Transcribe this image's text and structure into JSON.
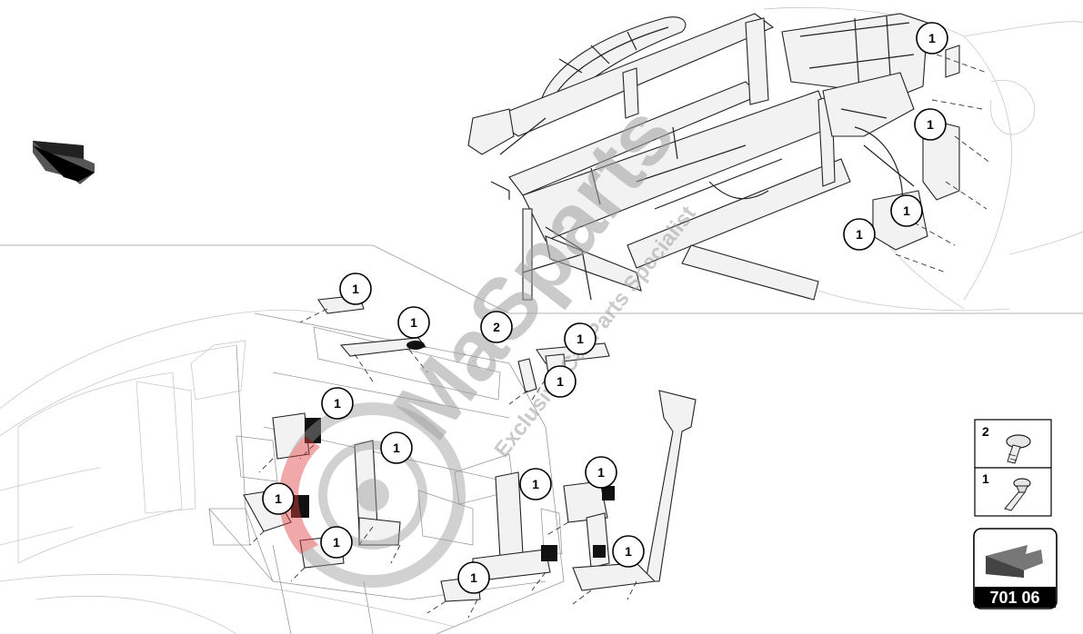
{
  "callouts": [
    {
      "id": "c1",
      "label": "1"
    },
    {
      "id": "c2",
      "label": "1"
    },
    {
      "id": "c3",
      "label": "1"
    },
    {
      "id": "c4",
      "label": "1"
    },
    {
      "id": "c5",
      "label": "1"
    },
    {
      "id": "c6",
      "label": "1"
    },
    {
      "id": "c7",
      "label": "1"
    },
    {
      "id": "c8",
      "label": "2"
    },
    {
      "id": "c9",
      "label": "1"
    },
    {
      "id": "c10",
      "label": "1"
    },
    {
      "id": "c11",
      "label": "1"
    },
    {
      "id": "c12",
      "label": "1"
    },
    {
      "id": "c13",
      "label": "1"
    },
    {
      "id": "c14",
      "label": "1"
    },
    {
      "id": "c15",
      "label": "1"
    },
    {
      "id": "c16",
      "label": "1"
    },
    {
      "id": "c17",
      "label": "1"
    },
    {
      "id": "c18",
      "label": "1"
    },
    {
      "id": "c19",
      "label": "1"
    }
  ],
  "legend": {
    "items": [
      {
        "number": "2",
        "icon": "mushroom-head-rivet-icon"
      },
      {
        "number": "1",
        "icon": "flanged-bolt-icon"
      }
    ]
  },
  "page_code": "701 06",
  "page_icon": "page-arrow-icon",
  "orientation_icon": "direction-arrow-icon",
  "watermark": {
    "brand": "MaSparts",
    "tagline": "Exclusive Car Parts Specialist"
  },
  "colors": {
    "line": "#222222",
    "watermark": "#a0a0a0",
    "watermark_accent": "#e04040",
    "code_box": "#000000"
  }
}
